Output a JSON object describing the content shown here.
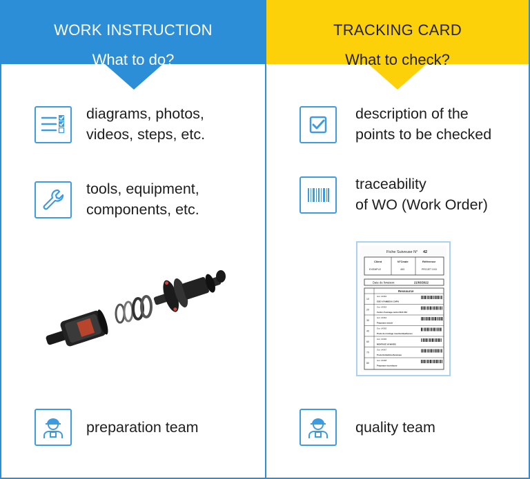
{
  "left": {
    "title": "WORK INSTRUCTION",
    "subtitle": "What to do?",
    "header_color": "#2c8ed6",
    "items": [
      {
        "icon": "checklist-icon",
        "line1": "diagrams, photos,",
        "line2": "videos, steps, etc."
      },
      {
        "icon": "wrench-icon",
        "line1": "tools, equipment,",
        "line2": "components, etc."
      }
    ],
    "team": {
      "icon": "worker-icon",
      "label": "preparation team"
    }
  },
  "right": {
    "title": "TRACKING CARD",
    "subtitle": "What to check?",
    "header_color": "#fdd10a",
    "items": [
      {
        "icon": "checkbox-icon",
        "line1": "description of the",
        "line2": "points to be checked"
      },
      {
        "icon": "barcode-icon",
        "line1": "traceability",
        "line2": "of WO (Work Order)"
      }
    ],
    "team": {
      "icon": "worker-icon",
      "label": "quality team"
    },
    "card": {
      "heading": "Fiche Suiveuse N°",
      "number": "42",
      "col_client": "Client",
      "col_order": "N°Cmde",
      "col_ref": "Référence",
      "val_client": "EXEMPLE",
      "val_order": "453",
      "val_ref": "PROJET XXX",
      "delivery_label": "Date de livraison:",
      "delivery_date": "21/03/2022",
      "resource_header": "Ressource",
      "rows": [
        {
          "op": "10",
          "code": "Gcn U4362",
          "desc": "EOE A FAMBEAU CHPH"
        },
        {
          "op": "20",
          "code": "Gcn U4363",
          "desc": "Centre d'usinage centre DHC 361"
        },
        {
          "op": "30",
          "code": "Gcn U4364",
          "desc": "Preparaon tranch"
        },
        {
          "op": "40",
          "code": "Gcn U4365",
          "desc": "Poste de montage roue/ment/pelleeses"
        },
        {
          "op": "60",
          "code": "Gcn U4366",
          "desc": "MONTAGE HI-WAIDS"
        },
        {
          "op": "70",
          "code": "Gcn U4367",
          "desc": "Poste Emballoire/Amenaeu"
        },
        {
          "op": "80",
          "code": "Gcn U4368",
          "desc": "Preparaon tournhaure"
        }
      ]
    }
  },
  "colors": {
    "accent_blue": "#2c8ed6",
    "accent_yellow": "#fdd10a"
  }
}
